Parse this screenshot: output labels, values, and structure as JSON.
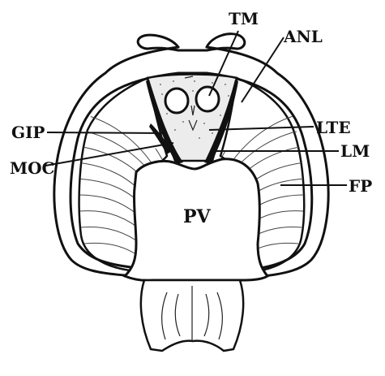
{
  "labels": {
    "tm": "TM",
    "anl": "ANL",
    "gip": "GIP",
    "lte": "LTE",
    "moc": "MOC",
    "lm": "LM",
    "fp": "FP",
    "pv": "PV"
  }
}
